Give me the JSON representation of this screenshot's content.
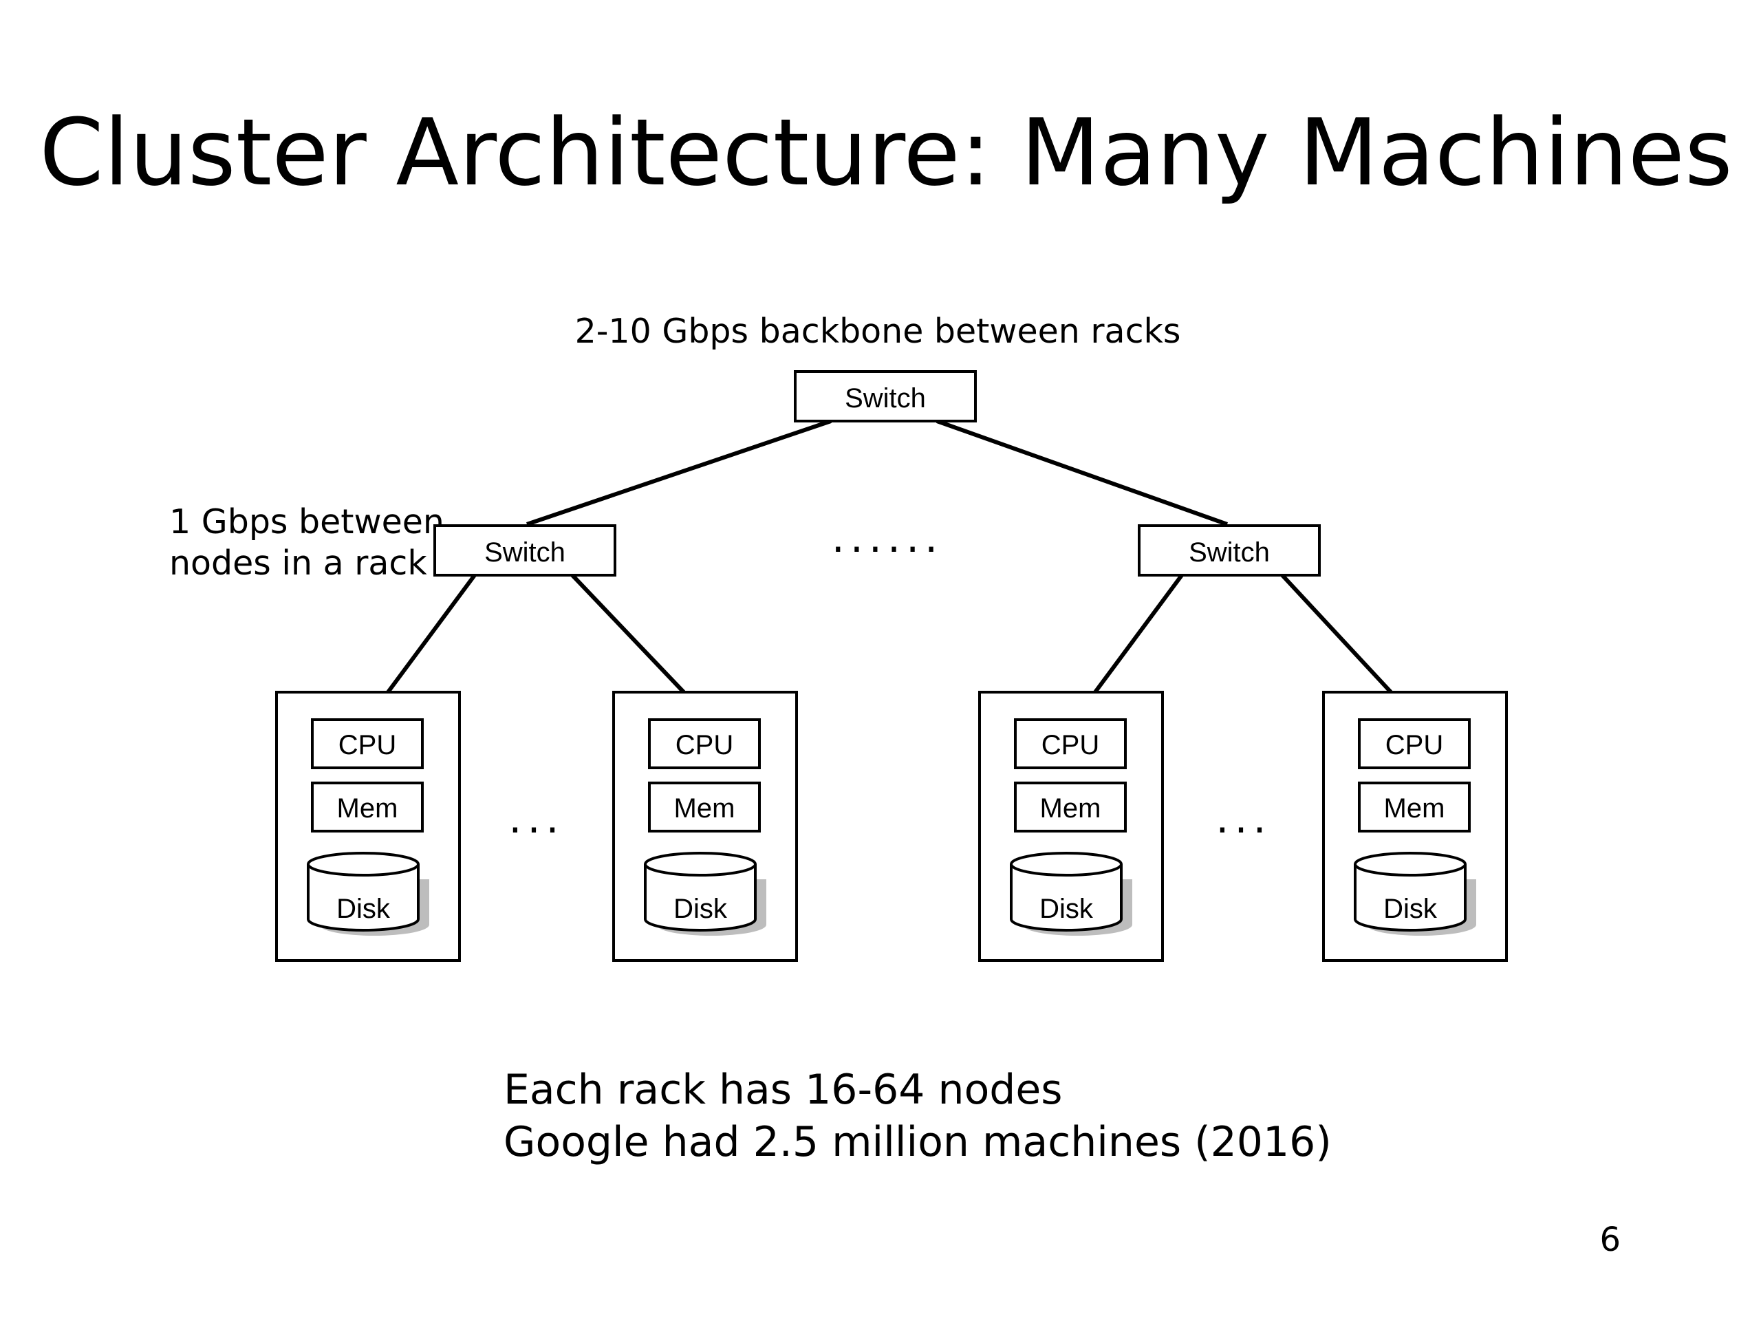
{
  "slide": {
    "title": "Cluster Architecture: Many Machines",
    "page_number": "6"
  },
  "diagram": {
    "backbone_label": "2-10 Gbps backbone between racks",
    "rack_label_line1": "1 Gbps between",
    "rack_label_line2": "nodes in a rack",
    "switch_label": "Switch",
    "cpu_label": "CPU",
    "mem_label": "Mem",
    "disk_label": "Disk",
    "rack_ellipsis": "......",
    "node_ellipsis": "..."
  },
  "footer": {
    "line1": "Each rack has 16-64 nodes",
    "line2": "Google had 2.5 million machines (2016)"
  }
}
